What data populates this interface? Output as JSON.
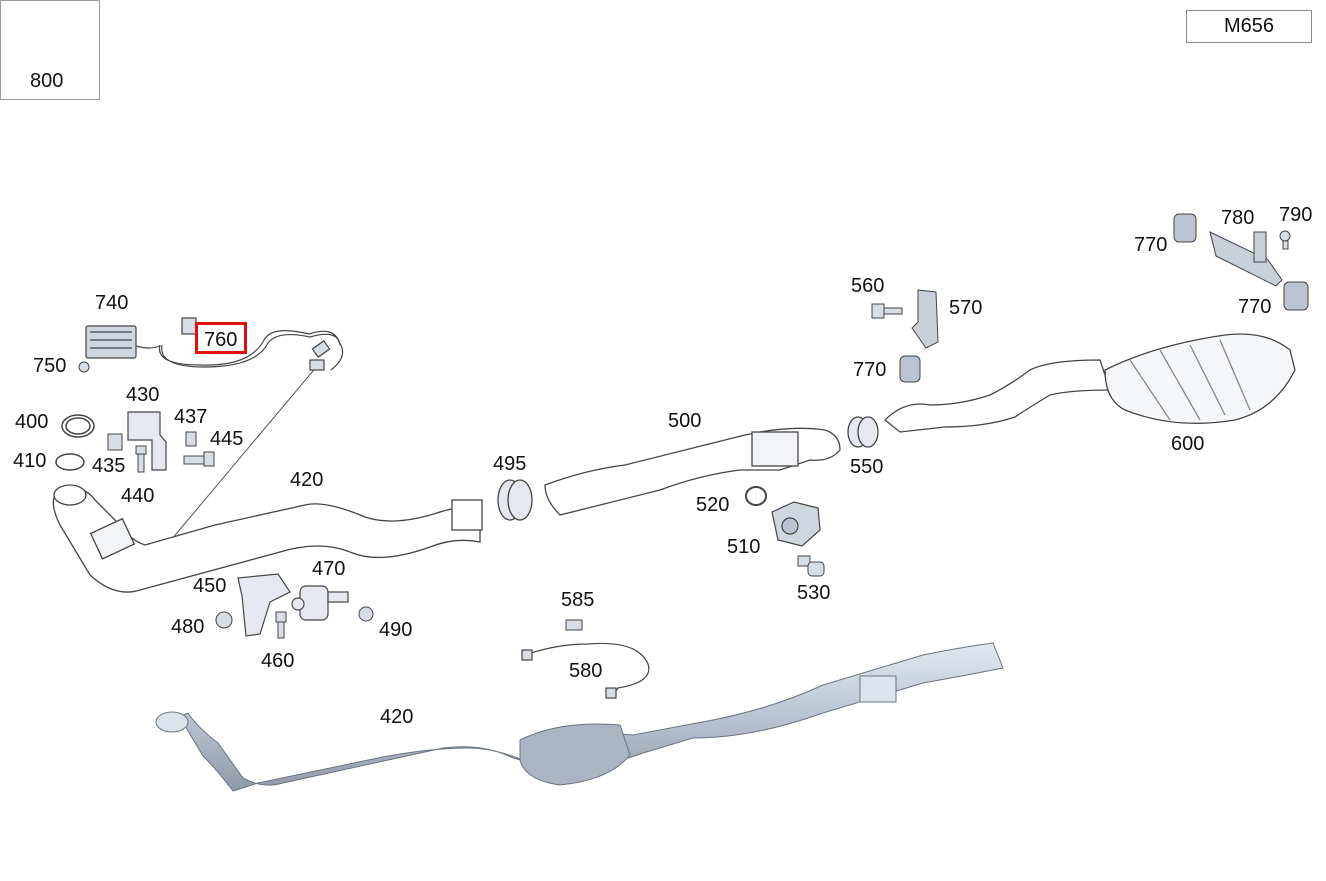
{
  "model_code": "M656",
  "legend": {
    "part_number": "800",
    "icon": "screw-clip-icon"
  },
  "highlighted_part": "760",
  "colors": {
    "highlight": "#e01010",
    "part_fill": "#c9d2de",
    "part_stroke": "#6b7480"
  },
  "callouts": [
    {
      "id": "740",
      "text": "740"
    },
    {
      "id": "750",
      "text": "750"
    },
    {
      "id": "760",
      "text": "760"
    },
    {
      "id": "430",
      "text": "430"
    },
    {
      "id": "437",
      "text": "437"
    },
    {
      "id": "445",
      "text": "445"
    },
    {
      "id": "400",
      "text": "400"
    },
    {
      "id": "410",
      "text": "410"
    },
    {
      "id": "435",
      "text": "435"
    },
    {
      "id": "440",
      "text": "440"
    },
    {
      "id": "420a",
      "text": "420"
    },
    {
      "id": "495",
      "text": "495"
    },
    {
      "id": "500",
      "text": "500"
    },
    {
      "id": "520",
      "text": "520"
    },
    {
      "id": "510",
      "text": "510"
    },
    {
      "id": "530",
      "text": "530"
    },
    {
      "id": "550",
      "text": "550"
    },
    {
      "id": "560",
      "text": "560"
    },
    {
      "id": "570",
      "text": "570"
    },
    {
      "id": "770a",
      "text": "770"
    },
    {
      "id": "600",
      "text": "600"
    },
    {
      "id": "770b",
      "text": "770"
    },
    {
      "id": "780",
      "text": "780"
    },
    {
      "id": "790",
      "text": "790"
    },
    {
      "id": "770c",
      "text": "770"
    },
    {
      "id": "450",
      "text": "450"
    },
    {
      "id": "470",
      "text": "470"
    },
    {
      "id": "480",
      "text": "480"
    },
    {
      "id": "460",
      "text": "460"
    },
    {
      "id": "490",
      "text": "490"
    },
    {
      "id": "585",
      "text": "585"
    },
    {
      "id": "580",
      "text": "580"
    },
    {
      "id": "420b",
      "text": "420"
    }
  ]
}
